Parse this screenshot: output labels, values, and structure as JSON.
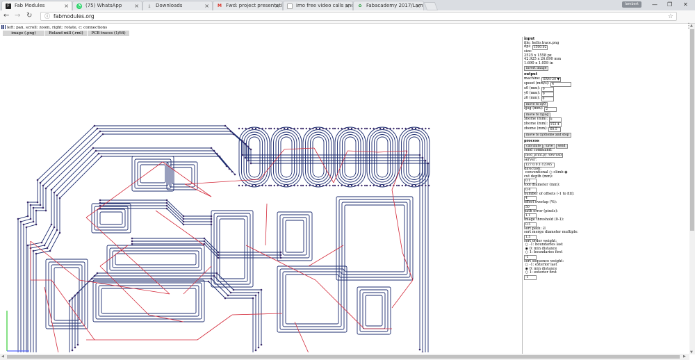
{
  "browser": {
    "tabs": [
      {
        "label": "Fab Modules",
        "icon": "fab-icon",
        "color": "#222222",
        "active": true
      },
      {
        "label": "(75) WhatsApp",
        "icon": "whatsapp-icon",
        "color": "#25d366",
        "active": false
      },
      {
        "label": "Downloads",
        "icon": "download-icon",
        "color": "#666666",
        "active": false
      },
      {
        "label": "Fwd: project presentatio",
        "icon": "gmail-icon",
        "color": "#d93025",
        "active": false
      },
      {
        "label": "imo free video calls and",
        "icon": "document-icon",
        "color": "#999999",
        "active": false
      },
      {
        "label": "Fabacademy 2017/Lamb",
        "icon": "puzzle-icon",
        "color": "#2a9d3f",
        "active": false
      }
    ],
    "profile": "lambert",
    "url": "fabmodules.org"
  },
  "app": {
    "hint": "left: pan, scroll: zoom, right: rotate, c: connections",
    "tabs": [
      "image (.png)",
      "Roland mill (.rml)",
      "PCB traces (1/64)"
    ]
  },
  "input": {
    "heading": "input",
    "file": "file: hello.trace.png",
    "dpi_label": "dpi:",
    "dpi": "1500.02",
    "size_label": "size:",
    "size_px": "2525 x 1558 px",
    "size_mm": "42.925 x 26.890 mm",
    "size_in": "1.690 x 1.059 in",
    "invert": "invert image"
  },
  "output": {
    "heading": "output",
    "machine_label": "machine:",
    "machine": "SRM-20 ▼",
    "speed_label": "speed (mm/s):",
    "speed": "4",
    "x0_label": "x0 (mm):",
    "x0": "0",
    "y0_label": "y0 (mm):",
    "y0": "0",
    "z0_label": "z0 (mm):",
    "z0": "0",
    "move_xy0": "move to xy0",
    "zjog_label": "zjog (mm):",
    "zjog": "2",
    "move_xyjog": "move to xyjog",
    "xhome_label": "xhome (mm):",
    "xhome": "0",
    "yhome_label": "yhome (mm):",
    "yhome": "152.4",
    "zhome_label": "zhome (mm):",
    "zhome": "60.5",
    "move_home": "move to xyzhome and stop"
  },
  "process": {
    "heading": "process",
    "calculate": "calculate",
    "save": "save",
    "send": "send",
    "send_cmd_label": "send command:",
    "send_cmd": "mod_print.py /dev/usb/lp1",
    "server_label": "server:",
    "server": "127.0.0.1:12345",
    "direction_label": "direction:",
    "conventional": "conventional",
    "climb": "climb",
    "cut_depth_label": "cut depth (mm):",
    "cut_depth": "0.1",
    "tool_diameter_label": "tool diameter (mm):",
    "tool_diameter": "0.4",
    "offsets_label": "number of offsets (-1 to fill):",
    "offsets": "4",
    "overlap_label": "offset overlap (%):",
    "overlap": "50",
    "path_error_label": "path error (pixels):",
    "path_error": "1.1",
    "threshold_label": "image threshold (0-1):",
    "threshold": "0.5",
    "sort_path": "sort path:",
    "merge_label": "sort merge diameter multiple:",
    "merge": "1.5",
    "order_label": "sort order weight:",
    "order_1": "-1: boundaries last",
    "order_2": "0: min distance",
    "order_3": "1: boundaries first",
    "order_value": "-1",
    "sequence_label": "sort sequence weight:",
    "seq_1": "-1: exterior last",
    "seq_2": "0: min distance",
    "seq_3": "1: exterior first",
    "sequence_value": "-1"
  },
  "colors": {
    "trace": "#1b2b6e",
    "connection": "#d42a3a",
    "point": "#3a2a6a"
  }
}
